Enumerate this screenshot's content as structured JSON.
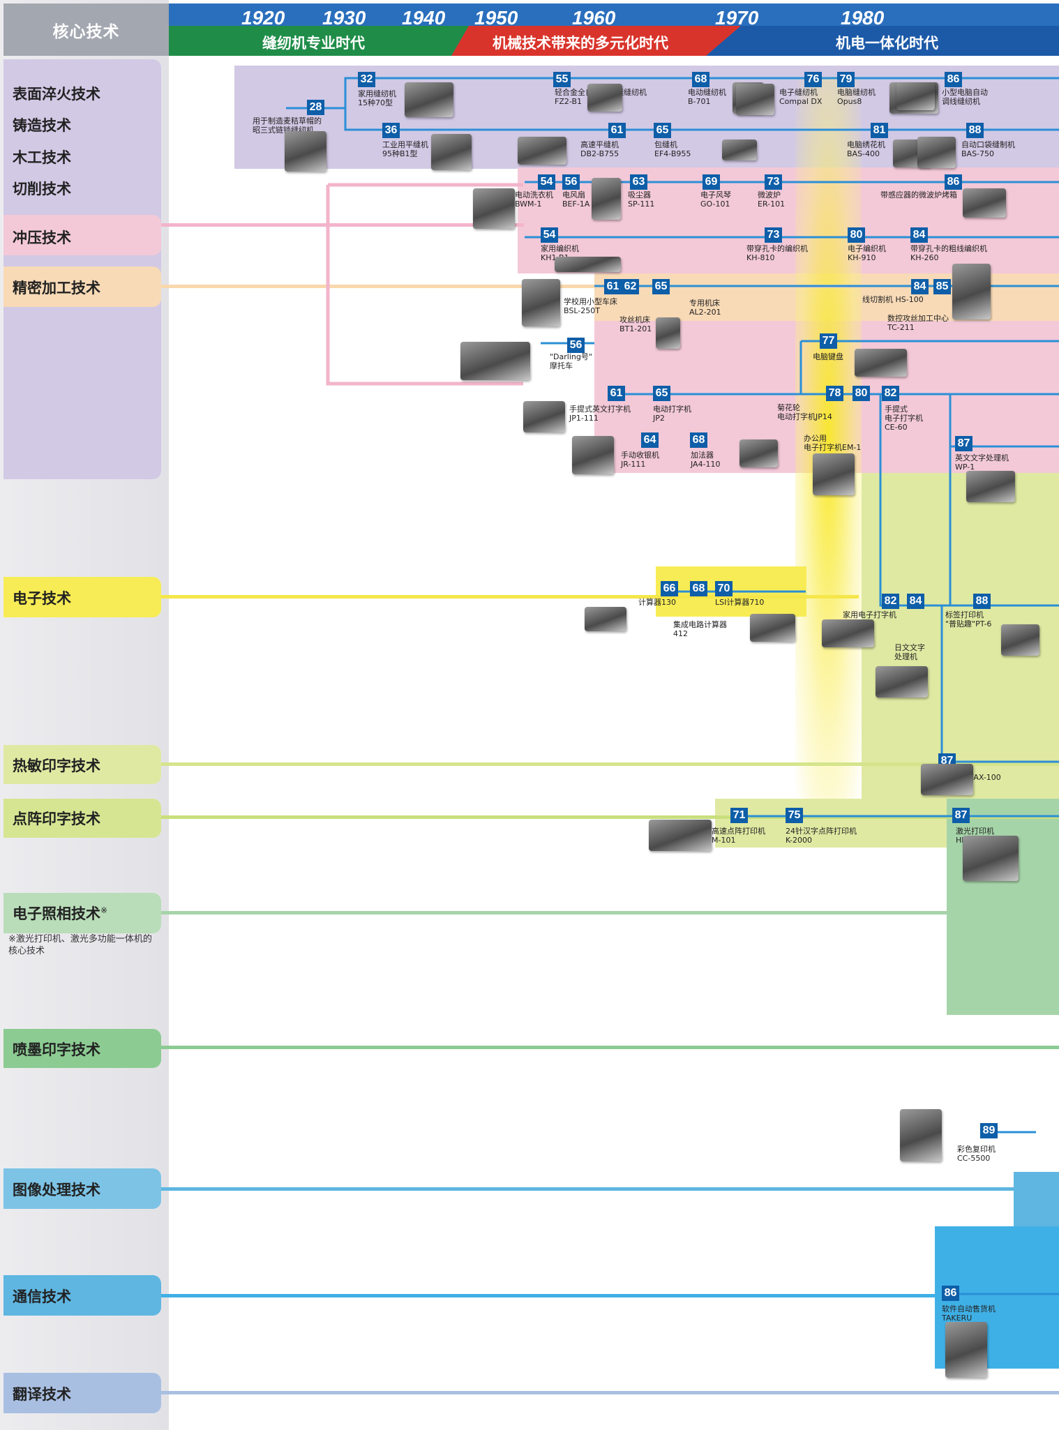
{
  "header": {
    "core_title": "核心技术",
    "years": [
      "1920",
      "1930",
      "1940",
      "1950",
      "1960",
      "1970",
      "1980"
    ],
    "eras": [
      "缝纫机专业时代",
      "机械技术带来的多元化时代",
      "机电一体化时代"
    ]
  },
  "technologies": [
    "表面淬火技术",
    "铸造技术",
    "木工技术",
    "切削技术",
    "冲压技术",
    "精密加工技术",
    "电子技术",
    "热敏印字技术",
    "点阵印字技术",
    "电子照相技术",
    "喷墨印字技术",
    "图像处理技术",
    "通信技术",
    "翻译技术"
  ],
  "tech_footnote_mark": "※",
  "footnote": "※激光打印机、激光多功能一体机的核心技术",
  "colors": {
    "lavender": "#d2c9e5",
    "pink": "#f3c9d8",
    "peach": "#f8dab7",
    "yellow": "#f7ec55",
    "lime": "#dfe9a2",
    "green": "#a6d4a9",
    "blue": "#5fb6e1",
    "badge": "#0e5ea8",
    "header_blue": "#1c5aa8",
    "header_green": "#1f8d48",
    "header_red": "#d9342b"
  },
  "milestones": [
    {
      "badge": "28",
      "label": "用于制造麦秸草帽的\n昭三式链锁缝纫机",
      "icon": "sewing-machine-icon"
    },
    {
      "badge": "32",
      "label": "家用缝纫机\n15种70型",
      "icon": "sewing-machine-icon"
    },
    {
      "badge": "36",
      "label": "工业用平缝机\n95种B1型",
      "icon": "sewing-machine-icon"
    },
    {
      "badge": "55",
      "label": "轻合金全自动之字缝缝纫机\nFZ2-B1",
      "icon": "sewing-machine-icon"
    },
    {
      "badge": "61",
      "label": "高速平缝机\nDB2-B755",
      "icon": "sewing-machine-icon"
    },
    {
      "badge": "65",
      "label": "包缝机\nEF4-B955",
      "icon": "sewing-machine-icon"
    },
    {
      "badge": "68",
      "label": "电动缝纫机\nB-701",
      "icon": "sewing-machine-icon"
    },
    {
      "badge": "76",
      "label": "电子缝纫机\nCompal DX",
      "icon": "sewing-machine-icon"
    },
    {
      "badge": "79",
      "label": "电脑缝纫机\nOpus8",
      "icon": "sewing-machine-icon"
    },
    {
      "badge": "86",
      "label": "小型电脑自动\n调线缝纫机",
      "icon": "sewing-machine-icon"
    },
    {
      "badge": "81",
      "label": "电脑绣花机\nBAS-400",
      "icon": "embroidery-machine-icon"
    },
    {
      "badge": "88",
      "label": "自动口袋缝制机\nBAS-750",
      "icon": "industrial-machine-icon"
    },
    {
      "badge": "54",
      "label": "电动洗衣机\nBWM-1",
      "icon": "washing-machine-icon"
    },
    {
      "badge": "56",
      "label": "电风扇\nBEF-1A",
      "icon": "fan-icon"
    },
    {
      "badge": "63",
      "label": "吸尘器\nSP-111",
      "icon": "vacuum-icon"
    },
    {
      "badge": "69",
      "label": "电子风琴\nGO-101",
      "icon": "organ-icon"
    },
    {
      "badge": "73",
      "label": "微波炉\nER-101",
      "icon": "microwave-icon"
    },
    {
      "badge": "86",
      "label": "带感应器的微波炉烤箱",
      "icon": "microwave-icon"
    },
    {
      "badge": "54",
      "label": "家用编织机\nKH1-B1",
      "icon": "knitting-machine-icon"
    },
    {
      "badge": "73",
      "label": "带穿孔卡的编织机\nKH-810",
      "icon": "knitting-machine-icon"
    },
    {
      "badge": "80",
      "label": "电子编织机\nKH-910",
      "icon": "knitting-machine-icon"
    },
    {
      "badge": "84",
      "label": "带穿孔卡的粗线编织机\nKH-260",
      "icon": "knitting-machine-icon"
    },
    {
      "badge": "61",
      "label": "学校用小型车床\nBSL-250T",
      "icon": "lathe-icon"
    },
    {
      "badge": "62",
      "label": "攻丝机床\nBT1-201",
      "icon": "machine-tool-icon"
    },
    {
      "badge": "65",
      "label": "专用机床\nAL2-201",
      "icon": "machine-tool-icon"
    },
    {
      "badge": "84",
      "label": "线切割机 HS-100",
      "icon": "machine-tool-icon"
    },
    {
      "badge": "85",
      "label": "数控攻丝加工中心\nTC-211",
      "icon": "machine-tool-icon"
    },
    {
      "badge": "56",
      "label": "\"Darling号\"\n摩托车",
      "icon": "motorcycle-icon"
    },
    {
      "badge": "77",
      "label": "电脑键盘",
      "icon": "keyboard-icon"
    },
    {
      "badge": "61",
      "label": "手提式英文打字机\nJP1-111",
      "icon": "typewriter-icon"
    },
    {
      "badge": "65",
      "label": "电动打字机\nJP2",
      "icon": "typewriter-icon"
    },
    {
      "badge": "78",
      "label": "菊花轮\n电动打字机JP14",
      "icon": "typewriter-icon"
    },
    {
      "badge": "80",
      "label": "办公用\n电子打字机EM-1",
      "icon": "typewriter-icon"
    },
    {
      "badge": "82",
      "label": "手提式\n电子打字机\nCE-60",
      "icon": "typewriter-icon"
    },
    {
      "badge": "64",
      "label": "手动收银机\nJR-111",
      "icon": "cash-register-icon"
    },
    {
      "badge": "68",
      "label": "加法器\nJA4-110",
      "icon": "calculator-icon"
    },
    {
      "badge": "87",
      "label": "英文文字处理机\nWP-1",
      "icon": "word-processor-icon"
    },
    {
      "badge": "66",
      "label": "计算器130",
      "icon": "calculator-icon"
    },
    {
      "badge": "68",
      "label": "集成电路计算器\n412",
      "icon": "calculator-icon"
    },
    {
      "badge": "70",
      "label": "LSI计算器710",
      "icon": "calculator-icon"
    },
    {
      "badge": "82",
      "label": "家用电子打字机\nEP-20",
      "icon": "typewriter-icon"
    },
    {
      "badge": "84",
      "label": "日文文字\n处理机",
      "icon": "word-processor-icon"
    },
    {
      "badge": "88",
      "label": "标签打印机\n\"普贴趣\"PT-6",
      "icon": "label-printer-icon"
    },
    {
      "badge": "87",
      "label": "FAX-100",
      "icon": "fax-icon"
    },
    {
      "badge": "71",
      "label": "高速点阵打印机\nM-101",
      "icon": "printer-icon"
    },
    {
      "badge": "75",
      "label": "24针汉字点阵打印机\nK-2000",
      "icon": "printer-icon"
    },
    {
      "badge": "87",
      "label": "激光打印机\nHL-8",
      "icon": "laser-printer-icon"
    },
    {
      "badge": "89",
      "label": "彩色复印机\nCC-5500",
      "icon": "copier-icon"
    },
    {
      "badge": "86",
      "label": "软件自动售货机\nTAKERU",
      "icon": "vending-machine-icon"
    }
  ]
}
